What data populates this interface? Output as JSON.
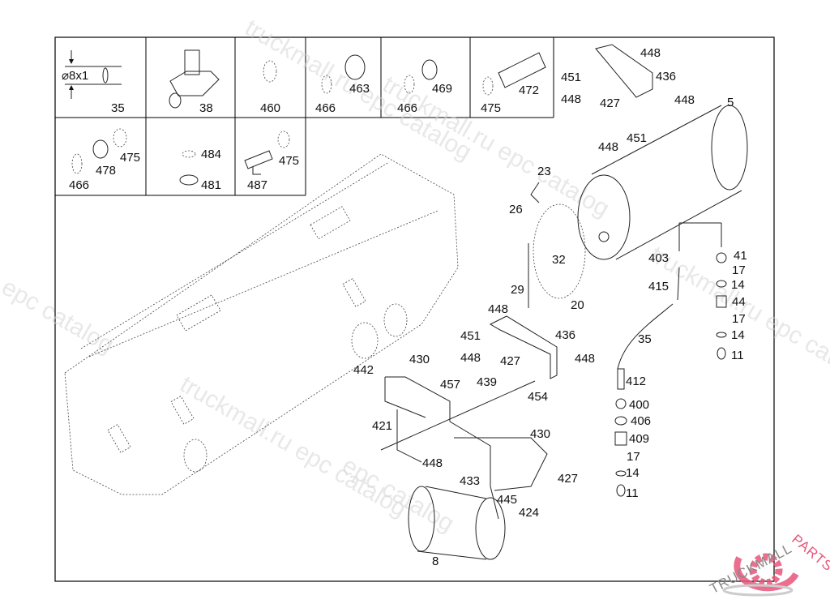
{
  "diagram": {
    "inset_dimension": "⌀8x1",
    "inset_labels": [
      "35",
      "38",
      "460",
      "466",
      "463",
      "466",
      "469",
      "475",
      "472",
      "475",
      "478",
      "466",
      "484",
      "481",
      "475",
      "487"
    ],
    "callouts": [
      "448",
      "451",
      "436",
      "448",
      "427",
      "448",
      "5",
      "451",
      "448",
      "23",
      "26",
      "32",
      "403",
      "41",
      "17",
      "14",
      "415",
      "29",
      "44",
      "20",
      "448",
      "17",
      "436",
      "451",
      "14",
      "35",
      "448",
      "427",
      "448",
      "11",
      "430",
      "442",
      "439",
      "457",
      "412",
      "454",
      "400",
      "421",
      "406",
      "430",
      "409",
      "448",
      "17",
      "427",
      "433",
      "14",
      "445",
      "11",
      "424",
      "8"
    ]
  },
  "watermark": {
    "text_1": "truckmall.ru epc catalog",
    "text_2": "epc catalog",
    "text_3": "truckmall.ru epc catalog",
    "text_4": "epc catalog"
  },
  "logo": {
    "text_dark": "TRUCKMALL",
    "text_accent": "PARTS",
    "accent_color": "#e8557a",
    "dark_color": "#888888"
  }
}
